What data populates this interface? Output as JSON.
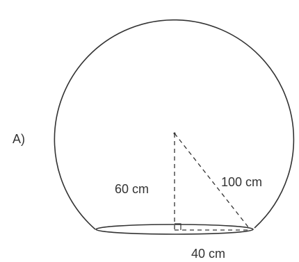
{
  "figure": {
    "option_label": "A)",
    "height_label": "60 cm",
    "slant_label": "100 cm",
    "base_label": "40 cm"
  },
  "colors": {
    "stroke": "#333333",
    "text": "#333333",
    "background": "#ffffff"
  }
}
